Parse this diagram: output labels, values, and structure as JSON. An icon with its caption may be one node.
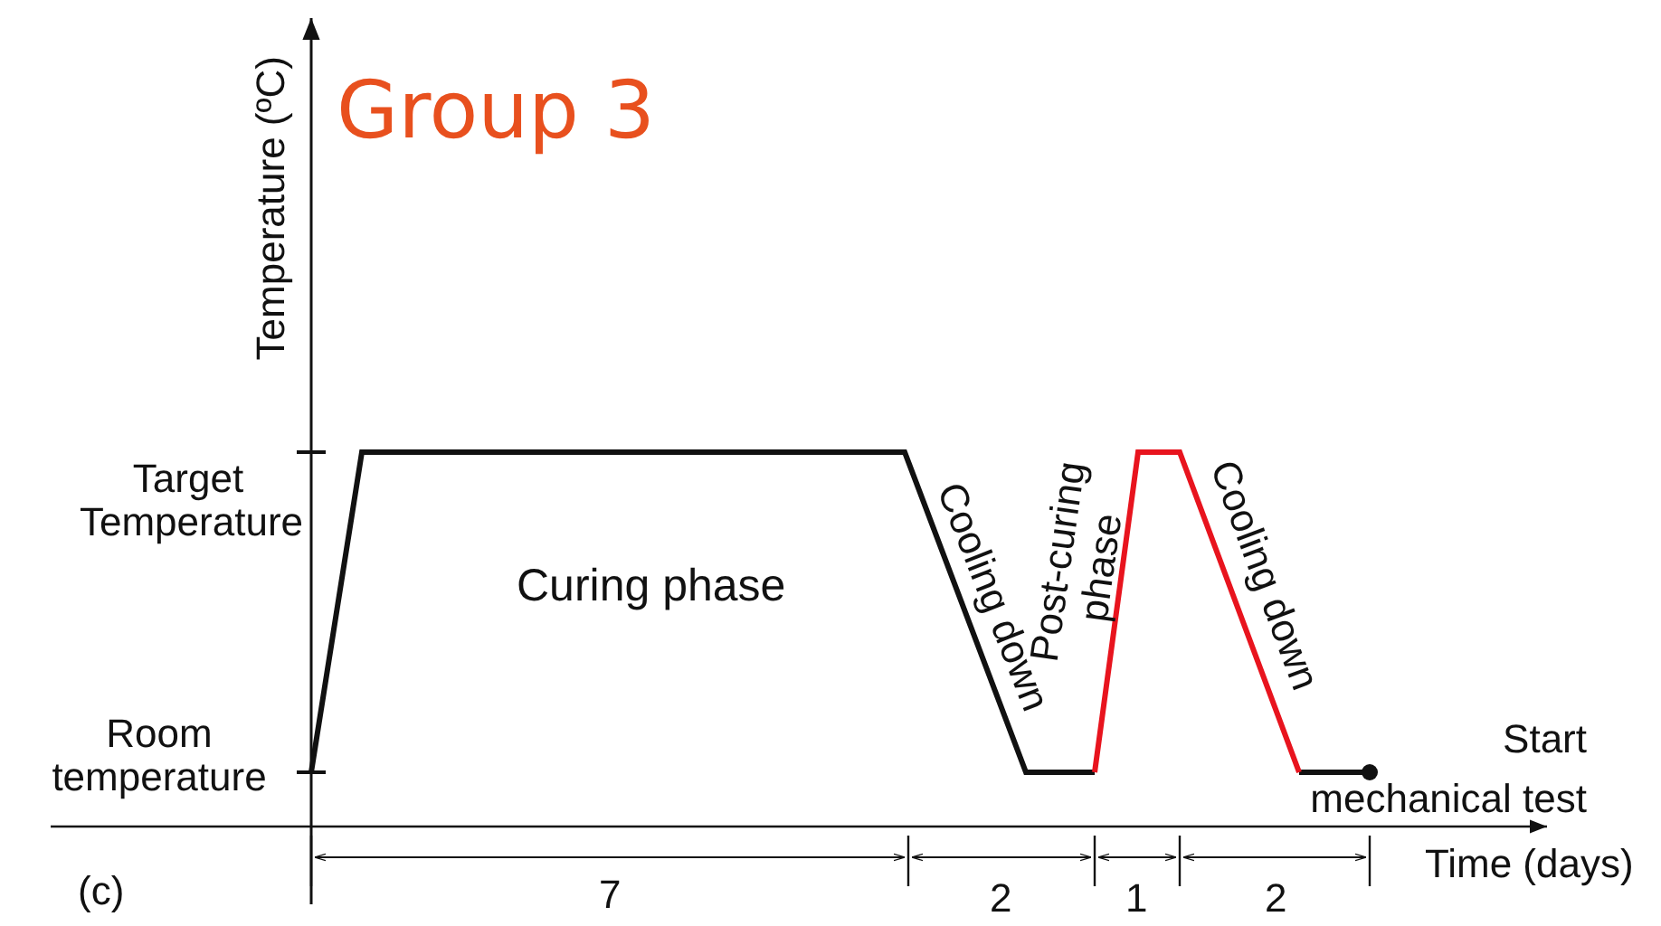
{
  "diagram": {
    "title": "Group 3",
    "labels": [
      "Temperature (ºC)",
      "Target Temperature",
      "Curing phase",
      "Cooling down",
      "Post-curing phase",
      "Cooling down",
      "Room temperature",
      "Start mechanical test",
      "Time (days)",
      "(c)",
      "7",
      "2",
      "1",
      "2"
    ]
  }
}
